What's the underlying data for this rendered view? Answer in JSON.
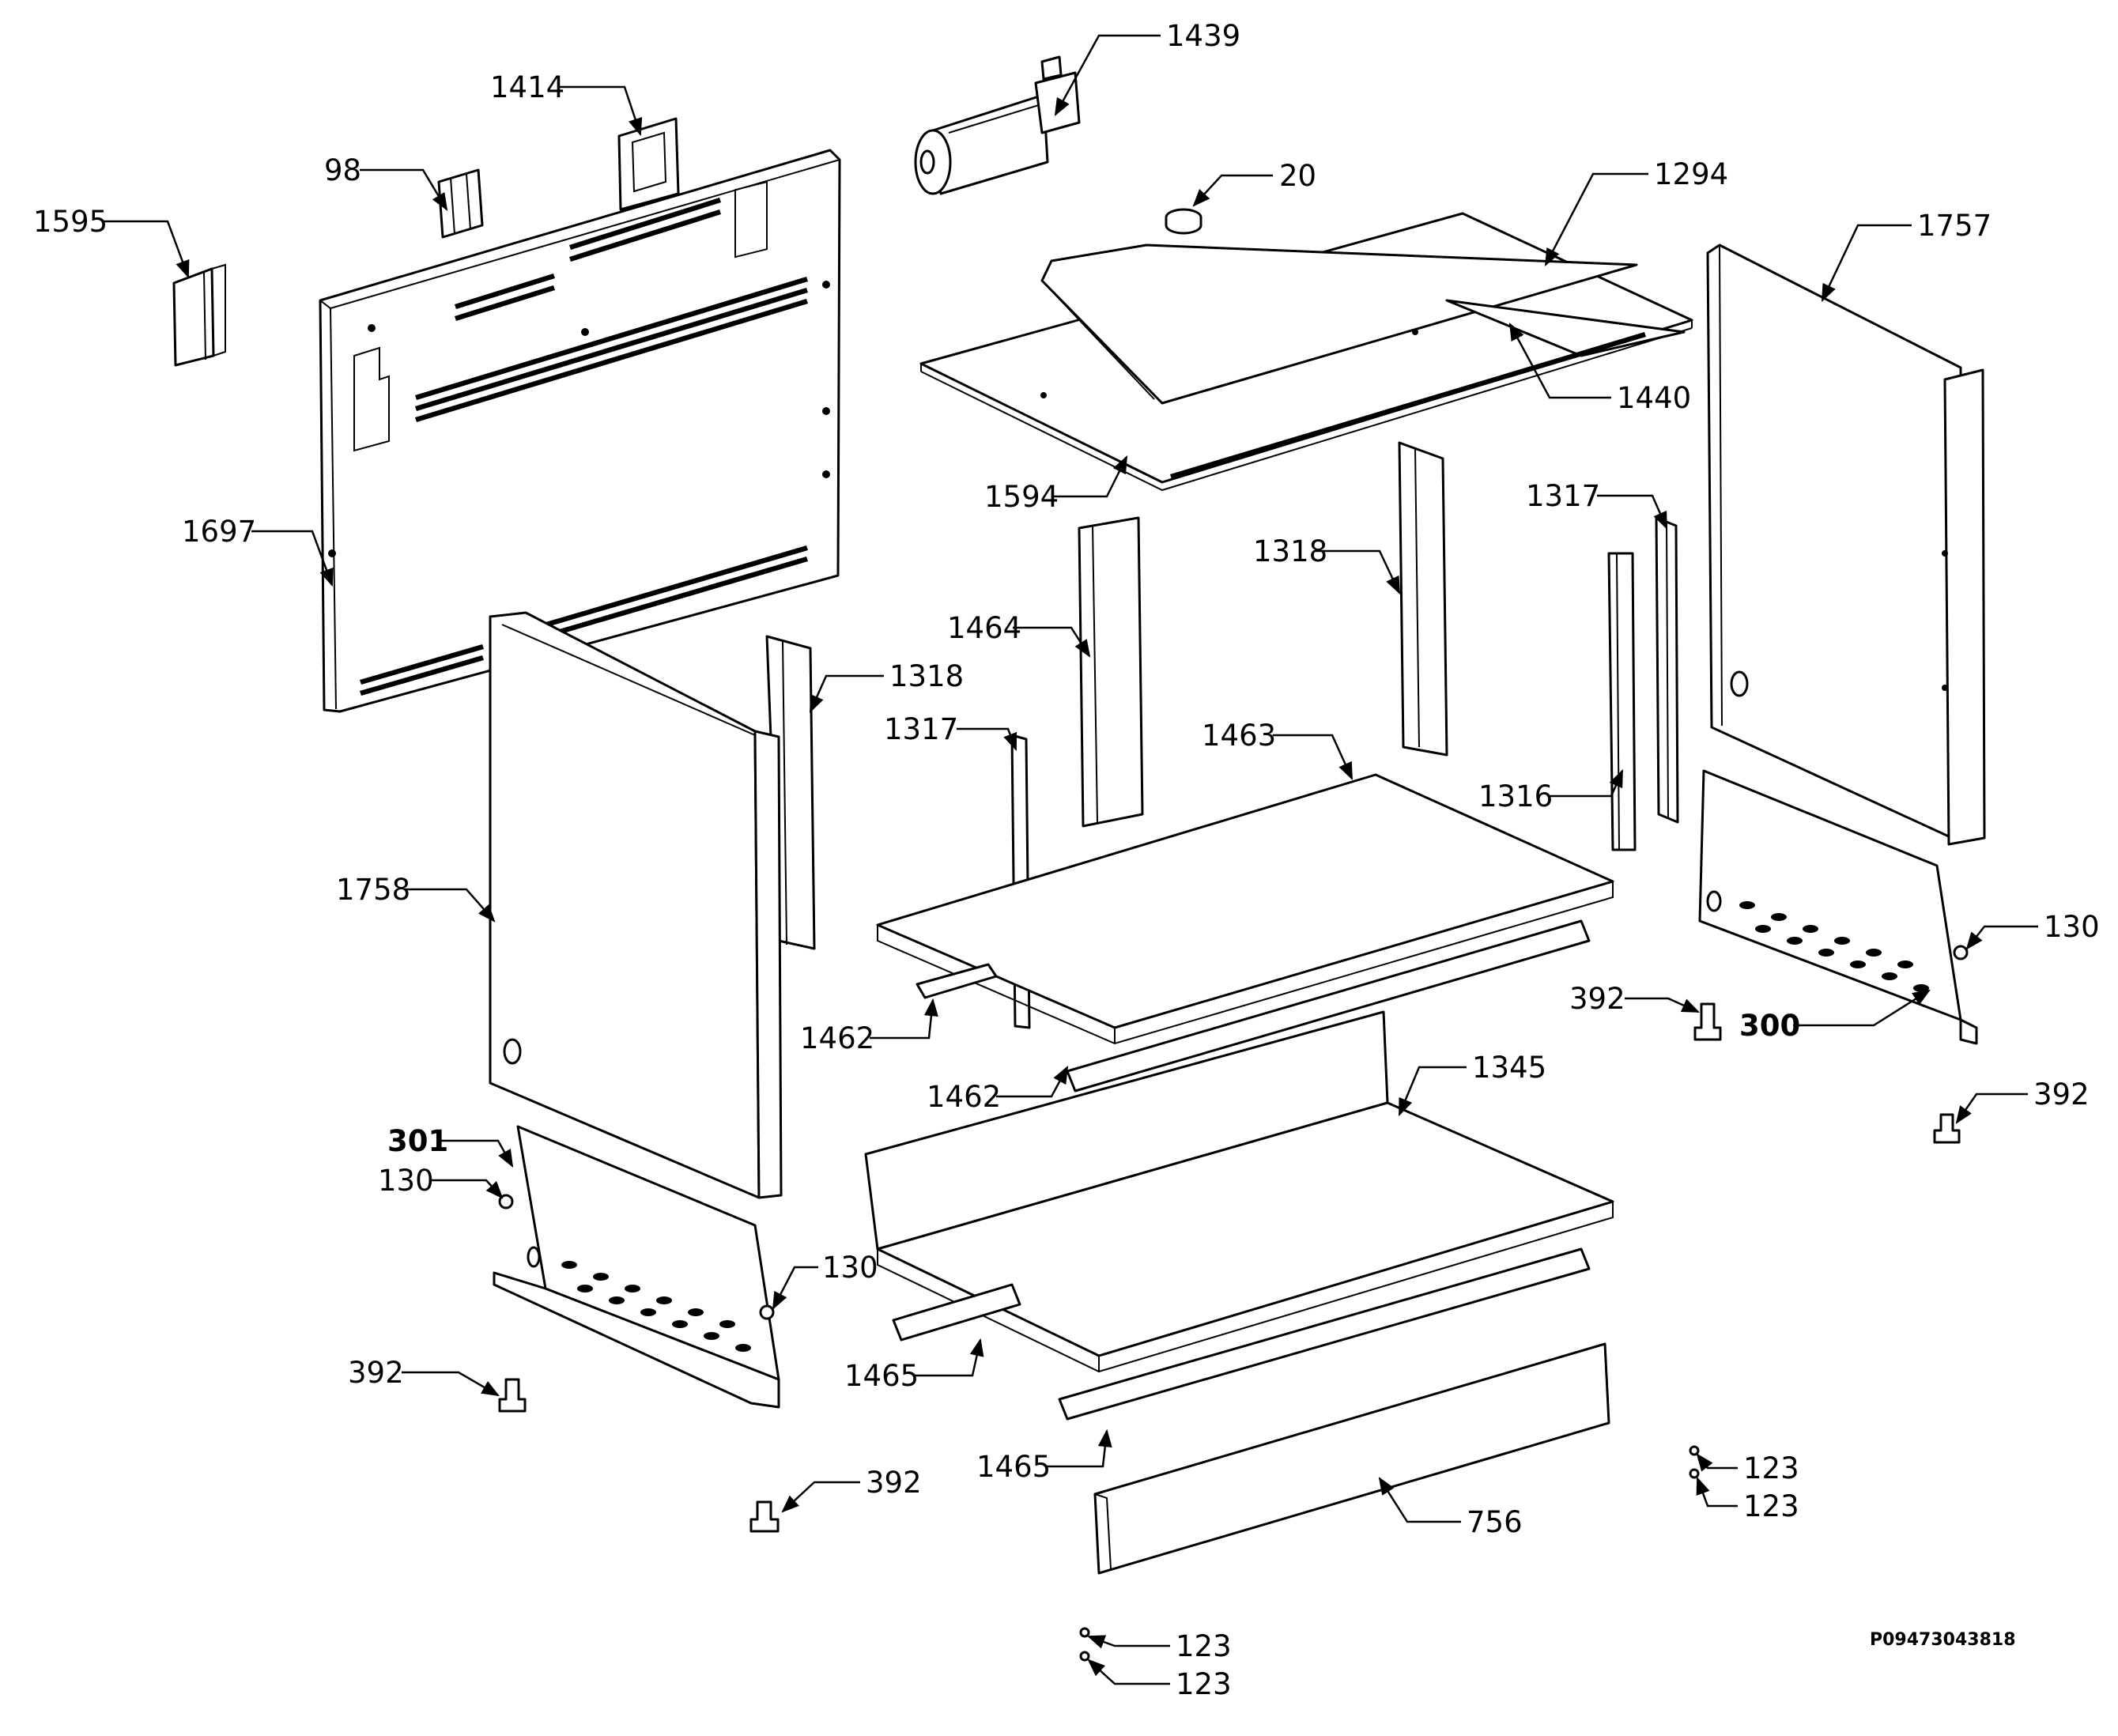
{
  "drawing": {
    "code": "P09473043818",
    "callouts": [
      {
        "id": "1439",
        "label": "1439"
      },
      {
        "id": "1414",
        "label": "1414"
      },
      {
        "id": "98",
        "label": "98"
      },
      {
        "id": "1595",
        "label": "1595"
      },
      {
        "id": "20",
        "label": "20"
      },
      {
        "id": "1294",
        "label": "1294"
      },
      {
        "id": "1757",
        "label": "1757"
      },
      {
        "id": "1440",
        "label": "1440"
      },
      {
        "id": "1594",
        "label": "1594"
      },
      {
        "id": "1697",
        "label": "1697"
      },
      {
        "id": "1317a",
        "label": "1317"
      },
      {
        "id": "1318a",
        "label": "1318"
      },
      {
        "id": "1464",
        "label": "1464"
      },
      {
        "id": "1318b",
        "label": "1318"
      },
      {
        "id": "1317b",
        "label": "1317"
      },
      {
        "id": "1463",
        "label": "1463"
      },
      {
        "id": "1316",
        "label": "1316"
      },
      {
        "id": "1758",
        "label": "1758"
      },
      {
        "id": "130a",
        "label": "130"
      },
      {
        "id": "392a",
        "label": "392"
      },
      {
        "id": "300",
        "label": "300",
        "bold": true
      },
      {
        "id": "1462a",
        "label": "1462"
      },
      {
        "id": "1462b",
        "label": "1462"
      },
      {
        "id": "1345",
        "label": "1345"
      },
      {
        "id": "392b",
        "label": "392"
      },
      {
        "id": "301",
        "label": "301",
        "bold": true
      },
      {
        "id": "130b",
        "label": "130"
      },
      {
        "id": "130c",
        "label": "130"
      },
      {
        "id": "1465a",
        "label": "1465"
      },
      {
        "id": "392c",
        "label": "392"
      },
      {
        "id": "1465b",
        "label": "1465"
      },
      {
        "id": "392d",
        "label": "392"
      },
      {
        "id": "123a",
        "label": "123"
      },
      {
        "id": "123b",
        "label": "123"
      },
      {
        "id": "756",
        "label": "756"
      },
      {
        "id": "123c",
        "label": "123"
      },
      {
        "id": "123d",
        "label": "123"
      }
    ]
  }
}
